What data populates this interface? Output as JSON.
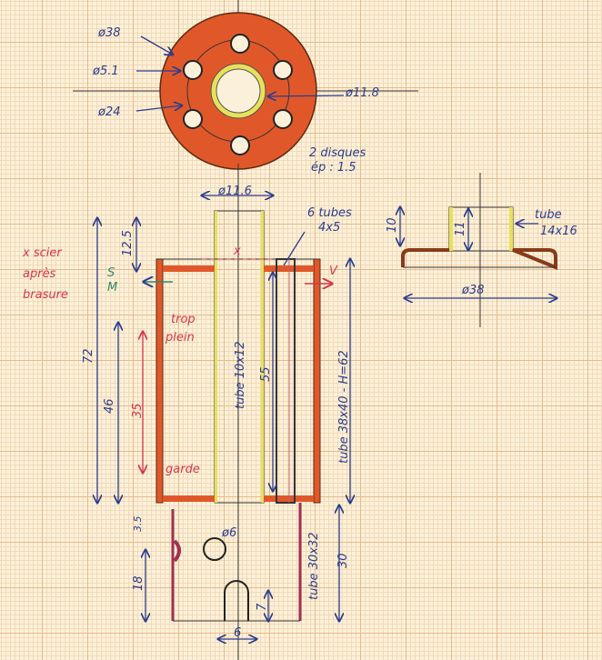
{
  "top_view": {
    "outer_dia": "ø38",
    "hole_dia": "ø5.1",
    "pitch_dia": "ø24",
    "bore_dia": "ø11.8",
    "note_line1": "2 disques",
    "note_line2": "ép : 1.5"
  },
  "section": {
    "top_tube_dia": "ø11.6",
    "tubes_line1": "6 tubes",
    "tubes_line2": "4x5",
    "saw_line1": "x scier",
    "saw_line2": "après",
    "saw_line3": "brasure",
    "marker_x": "x",
    "s_label": "S",
    "m_label": "M",
    "v_label": "V",
    "overflow_line1": "trop",
    "overflow_line2": "plein",
    "guard": "garde",
    "dim_72": "72",
    "dim_12_5": "12.5",
    "dim_46": "46",
    "dim_35": "35",
    "dim_55": "55",
    "center_tube": "tube 10x12",
    "outer_tube": "tube 38x40 - H=62",
    "dim_3_5": "3.5",
    "hole_6": "ø6",
    "dim_18": "18",
    "dim_7": "7",
    "dim_6": "6",
    "lower_tube": "tube 30x32",
    "dim_30": "30"
  },
  "side_view": {
    "dim_10": "10",
    "dim_11": "11",
    "tube_line1": "tube",
    "tube_line2": "14x16",
    "flange_dia": "ø38"
  },
  "colors": {
    "copper": "#e0582a",
    "brass": "#e8e05a",
    "ink": "#2b3d8c",
    "red": "#d8364a"
  }
}
